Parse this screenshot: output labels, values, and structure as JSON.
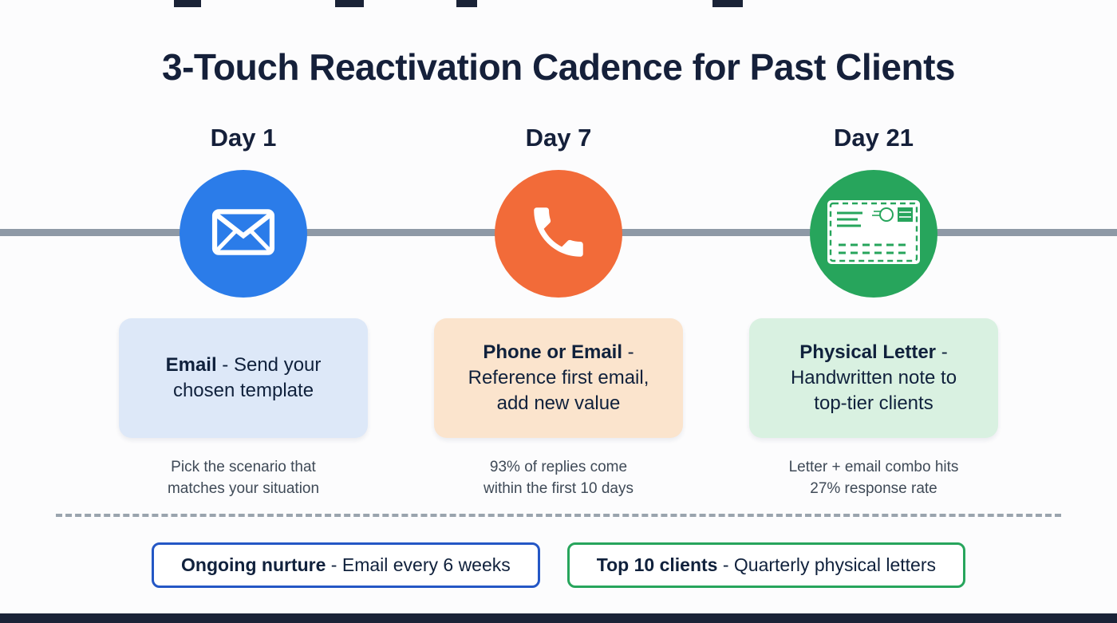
{
  "page": {
    "title": "3-Touch Reactivation Cadence for Past Clients"
  },
  "columns": [
    {
      "day": "Day 1",
      "icon": "email-icon",
      "circle_color": "#2b7ce9",
      "card_bg": "#dde8f8",
      "card_bold": "Email",
      "card_rest": " - Send your\nchosen template",
      "caption": "Pick the scenario that\nmatches your situation"
    },
    {
      "day": "Day 7",
      "icon": "phone-icon",
      "circle_color": "#f26b39",
      "card_bg": "#fbe4cd",
      "card_bold": "Phone or Email",
      "card_rest": " -\nReference first email,\nadd new value",
      "caption": "93% of replies come\nwithin the first 10 days"
    },
    {
      "day": "Day 21",
      "icon": "letter-icon",
      "circle_color": "#27a55c",
      "card_bg": "#d9f1e1",
      "card_bold": "Physical Letter",
      "card_rest": " -\nHandwritten note to\ntop-tier clients",
      "caption": "Letter + email combo hits\n27% response rate"
    }
  ],
  "footer": {
    "notes": [
      {
        "bold": "Ongoing nurture",
        "rest": " - Email every 6 weeks",
        "border_color": "#2457c5"
      },
      {
        "bold": "Top 10 clients",
        "rest": " - Quarterly physical letters",
        "border_color": "#27a55c"
      }
    ]
  },
  "colors": {
    "timeline": "#8e99a6",
    "bottom_bar": "#1a2337"
  }
}
